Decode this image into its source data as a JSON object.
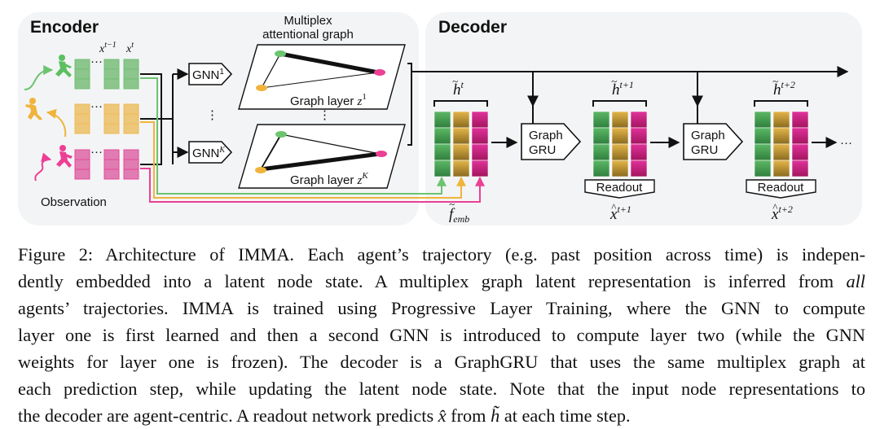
{
  "figure": {
    "encoder": {
      "title": "Encoder",
      "input_label": "Observation",
      "time_labels": {
        "prev": "x",
        "prev_sup": "t−1",
        "curr": "x",
        "curr_sup": "t"
      },
      "ellipsis": "···",
      "gnn_first": {
        "label": "GNN",
        "sup": "1"
      },
      "gnn_last": {
        "label": "GNN",
        "sup": "K"
      },
      "vertical_ellipsis": "⋮",
      "graph_title_line1": "Multiplex",
      "graph_title_line2": "attentional graph",
      "graph_layer_first": {
        "label": "Graph layer ",
        "var": "z",
        "sup": "1"
      },
      "graph_layer_last": {
        "label": "Graph layer ",
        "var": "z",
        "sup": "K"
      },
      "agents": [
        {
          "name": "agent-green",
          "color": "#5cbf60",
          "block_color": "#8cc68c",
          "block_border": "#6fbf72"
        },
        {
          "name": "agent-yellow",
          "color": "#f0b43c",
          "block_color": "#edc77a",
          "block_border": "#efba55"
        },
        {
          "name": "agent-pink",
          "color": "#ec3f95",
          "block_color": "#e07cb1",
          "block_border": "#e8489b"
        }
      ]
    },
    "decoder": {
      "title": "Decoder",
      "states": [
        {
          "var": "h",
          "sup": "t",
          "below_var": "f",
          "below_sub": "emb",
          "below_tilde": true
        },
        {
          "var": "h",
          "sup": "t+1",
          "below_var": "x",
          "below_sup": "t+1",
          "readout": "Readout"
        },
        {
          "var": "h",
          "sup": "t+2",
          "below_var": "x",
          "below_sup": "t+2",
          "readout": "Readout"
        }
      ],
      "gru_label_line1": "Graph",
      "gru_label_line2": "GRU",
      "trailing_ellipsis": "···",
      "state_colors": {
        "green": [
          "#2f7f3c",
          "#5cb866"
        ],
        "yellow": [
          "#8a6a1e",
          "#e4b64a"
        ],
        "pink": [
          "#a3155e",
          "#e0329a"
        ]
      }
    },
    "colors": {
      "panel_bg": "#f3f4f6",
      "line": "#111111"
    }
  },
  "caption": {
    "lines": [
      "Figure 2: Architecture of IMMA. Each agent’s trajectory (e.g. past position across time) is indepen-",
      "dently embedded into a latent node state. A multiplex graph latent representation is inferred from ",
      "agents’ trajectories. IMMA is trained using Progressive Layer Training, where the GNN to compute",
      "layer one is first learned and then a second GNN is introduced to compute layer two (while the GNN",
      "weights for layer one is frozen). The decoder is a GraphGRU that uses the same multiplex graph at",
      "each prediction step, while updating the latent node state. Note that the input node representations to",
      "the decoder are agent-centric. A readout network predicts "
    ],
    "line2_emphasis": "all",
    "last_line_var1": "x̂",
    "last_line_mid": " from ",
    "last_line_var2": "h̃",
    "last_line_end": " at each time step."
  }
}
